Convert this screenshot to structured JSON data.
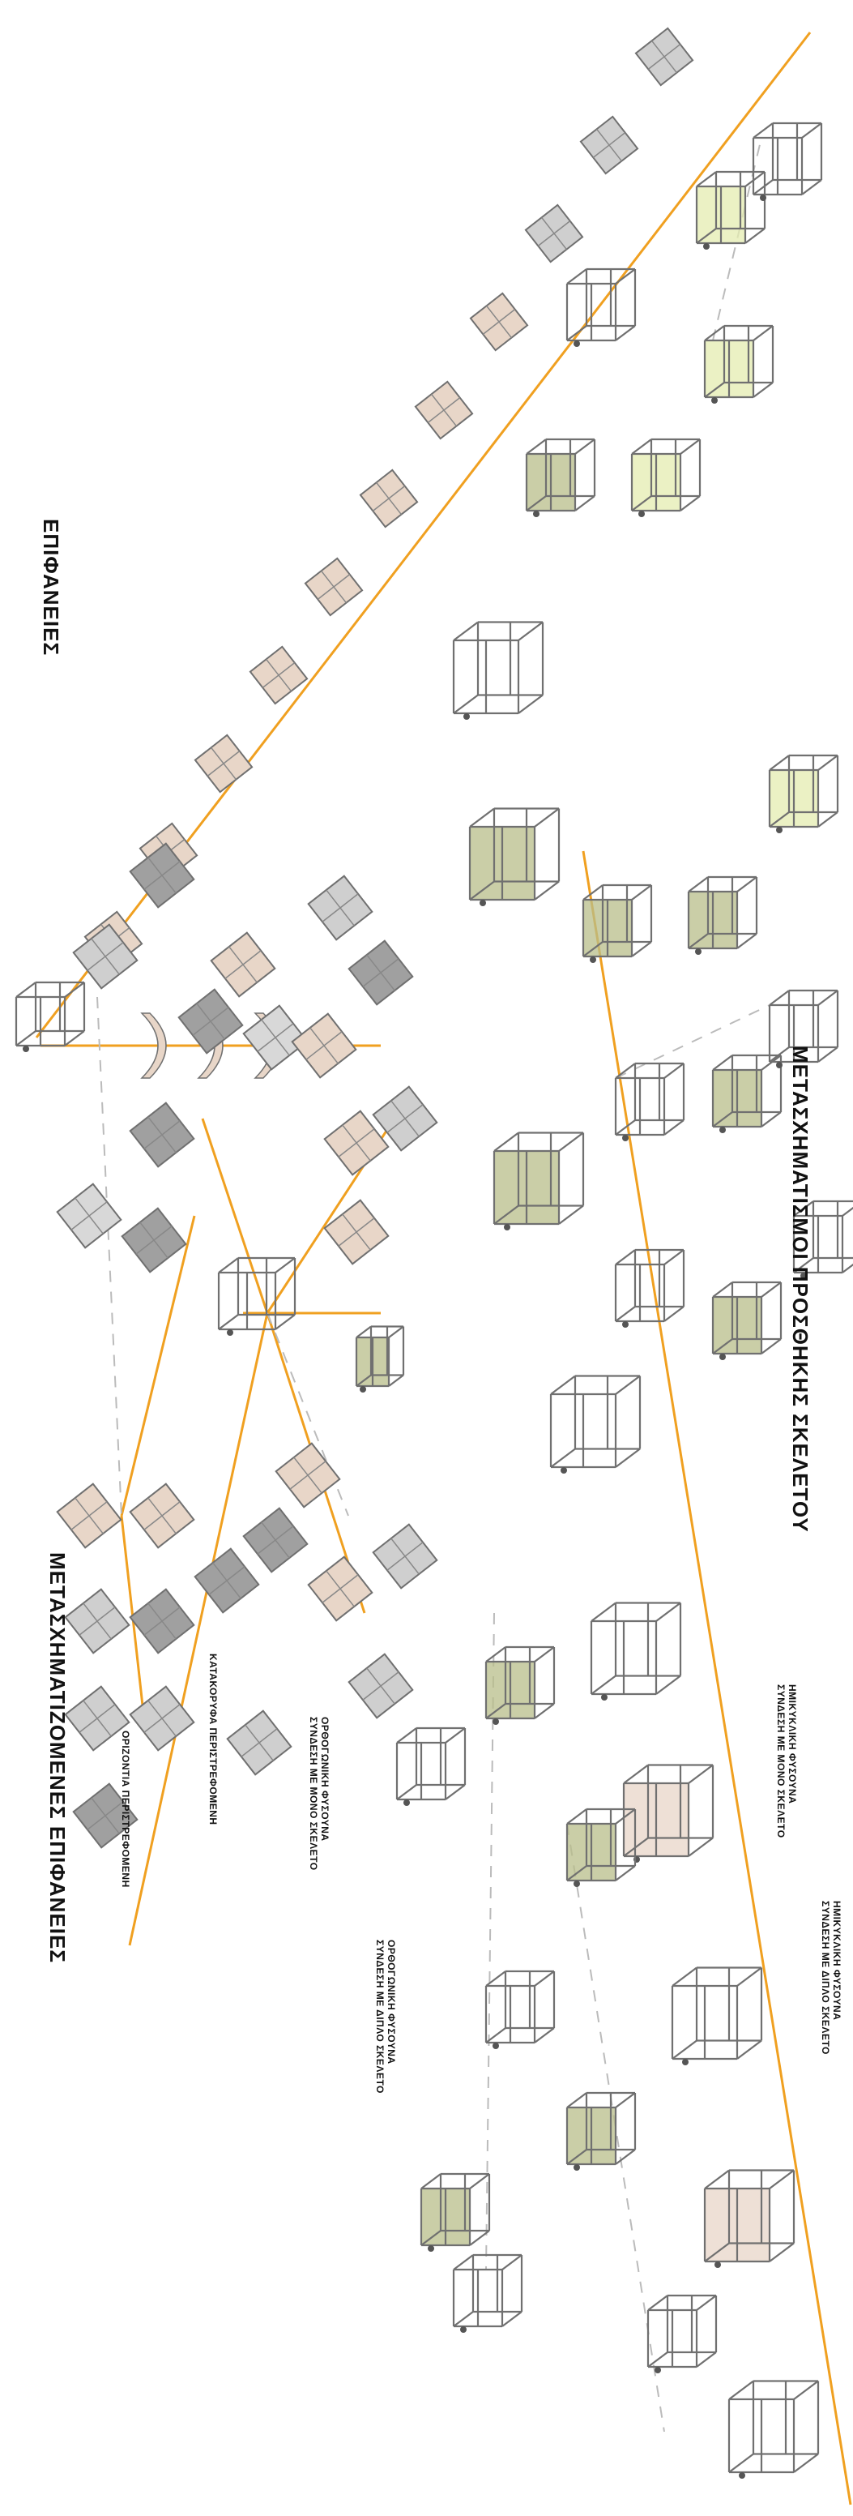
{
  "titles": {
    "surfaces": "ΕΠΙΦΑΝΕΙΕΣ",
    "skeleton_transformations": "ΜΕΤΑΣΧΗΜΑΤΙΣΜΟΙ ΠΡΟΣΘΗΚΗΣ ΣΚΕΛΕΤΟΥ",
    "transforming_surfaces": "ΜΕΤΑΣΧΗΜΑΤΙΖΟΜΕΝΕΣ ΕΠΙΦΑΝΕΙΕΣ"
  },
  "labels": {
    "vertical_rotating": "ΚΑΤΑΚΟΡΥΦΑ ΠΕΡΙΣΤΡΕΦΟΜΕΝΗ",
    "horizontal_rotating": "ΟΡΙΖΟΝΤΙΑ ΠΕΡΙΣΤΡΕΦΟΜΕΝΗ",
    "orthogonal_single_line1": "ΟΡΘΟΓΩΝΙΚΗ ΦΥΣΟΥΝΑ",
    "orthogonal_single_line2": "ΣΥΝΔΕΣΗ ΜΕ ΜΟΝΟ ΣΚΕΛΕΤΟ",
    "orthogonal_double_line1": "ΟΡΘΟΓΩΝΙΚΗ ΦΥΣΟΥΝΑ",
    "orthogonal_double_line2": "ΣΥΝΔΕΣΗ ΜΕ ΔΙΠΛΟ ΣΚΕΛΕΤΟ",
    "semicircular_single_line1": "ΗΜΙΚΥΚΛΙΚΗ ΦΥΣΟΥΝΑ",
    "semicircular_single_line2": "ΣΥΝΔΕΣΗ ΜΕ ΜΟΝΟ ΣΚΕΛΕΤΟ",
    "semicircular_double_line1": "ΗΜΙΚΥΚΛΙΚΗ ΦΥΣΟΥΝΑ",
    "semicircular_double_line2": "ΣΥΝΔΕΣΗ ΜΕ ΔΙΠΛΟ ΣΚΕΛΕΤΟ"
  },
  "colors": {
    "connector": "#f0a020",
    "frame": "#707070",
    "olive_panel": "#b8bd8a",
    "pink_panel": "#e8d6c8",
    "grey_panel": "#a0a0a0",
    "lime_panel": "#e4ecb0"
  }
}
